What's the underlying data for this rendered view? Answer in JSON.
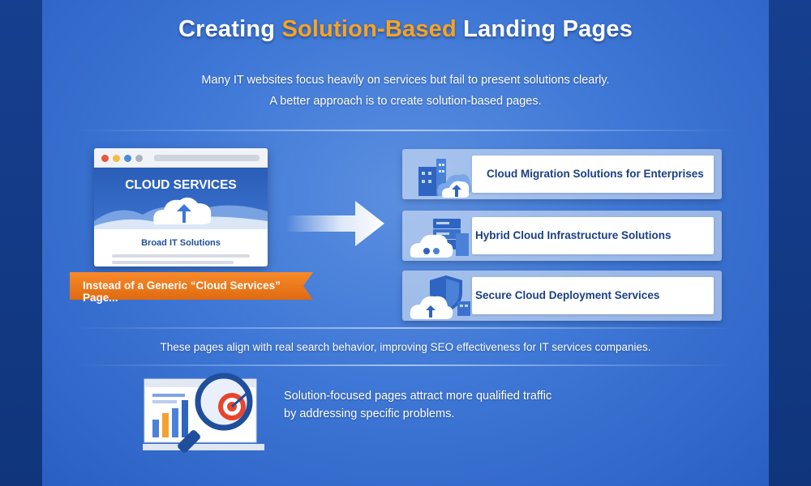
{
  "title": {
    "prefix": "Creating ",
    "highlight": "Solution-Based",
    "suffix": " Landing Pages",
    "highlight_color": "#f7a323"
  },
  "intro": {
    "line1": "Many IT websites focus heavily on services but fail to present solutions clearly.",
    "line2": "A better approach is to create solution-based pages."
  },
  "generic_page": {
    "heading": "CLOUD SERVICES",
    "subheading": "Broad IT Solutions",
    "icon": "cloud-upload-icon",
    "ribbon_label": "Instead of a Generic “Cloud Services” Page...",
    "ribbon_color": "#f07b1d"
  },
  "solutions": [
    {
      "label": "Cloud Migration Solutions for Enterprises",
      "icon": "cloud-building-icon"
    },
    {
      "label": "Hybrid Cloud Infrastructure Solutions",
      "icon": "hybrid-cloud-server-icon"
    },
    {
      "label": "Secure Cloud Deployment Services",
      "icon": "cloud-shield-icon"
    }
  ],
  "alignment_note": "These pages align with real search behavior, improving SEO effectiveness for IT services companies.",
  "benefit": {
    "line1": "Solution-focused pages attract more qualified traffic",
    "line2": "by addressing specific problems.",
    "icon": "magnifier-target-chart-icon"
  }
}
